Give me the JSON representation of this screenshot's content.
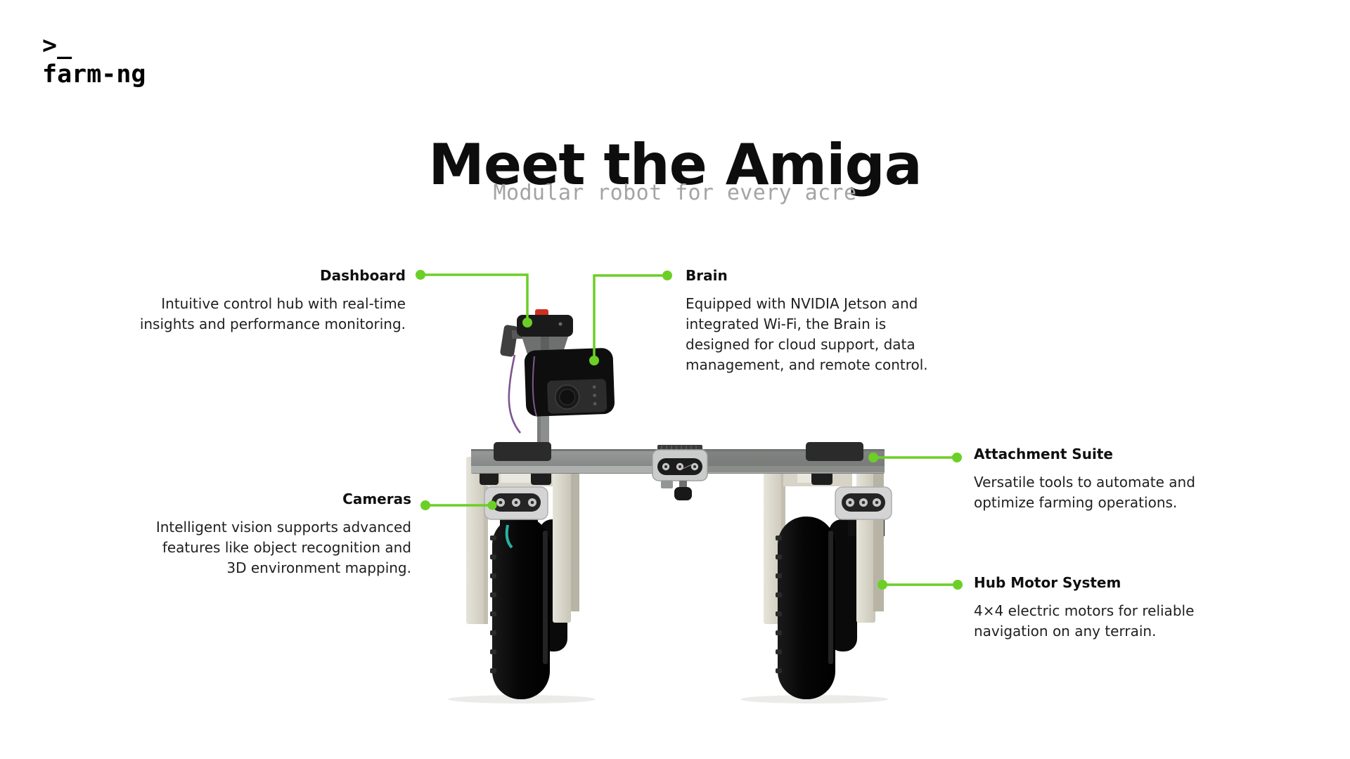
{
  "page": {
    "background": "#ffffff",
    "accent_green": "#6CCF26",
    "estop_red": "#CF2F1F"
  },
  "logo": {
    "prompt_symbol": ">_",
    "brand": "farm-ng"
  },
  "hero": {
    "title": "Meet the Amiga",
    "subtitle": "Modular robot for every acre"
  },
  "callouts": {
    "dashboard": {
      "label": "Dashboard",
      "description": "Intuitive control hub with real-time\ninsights and performance monitoring."
    },
    "brain": {
      "label": "Brain",
      "description": "Equipped with NVIDIA Jetson and\nintegrated Wi-Fi, the Brain is\ndesigned for cloud support, data\nmanagement, and remote control."
    },
    "cameras": {
      "label": "Cameras",
      "description": "Intelligent vision supports advanced\nfeatures like object recognition and\n3D environment mapping."
    },
    "attachment_suite": {
      "label": "Attachment Suite",
      "description": "Versatile tools to automate and\noptimize farming operations."
    },
    "hub_motor_system": {
      "label": "Hub Motor System",
      "description": "4×4 electric motors for reliable\nnavigation on any terrain."
    }
  }
}
